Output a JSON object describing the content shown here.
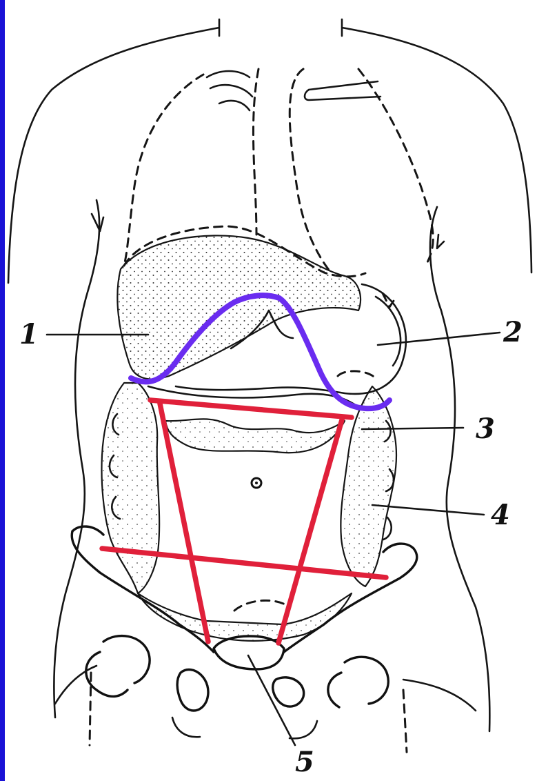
{
  "labels": {
    "l1": "1",
    "l2": "2",
    "l3": "3",
    "l4": "4",
    "l5": "5"
  },
  "colors": {
    "left_border": "#1a12d6",
    "highlight_curve": "#6a2cf0",
    "trapezoid_lines": "#e0203a",
    "ink": "#151515",
    "background": "#ffffff"
  }
}
